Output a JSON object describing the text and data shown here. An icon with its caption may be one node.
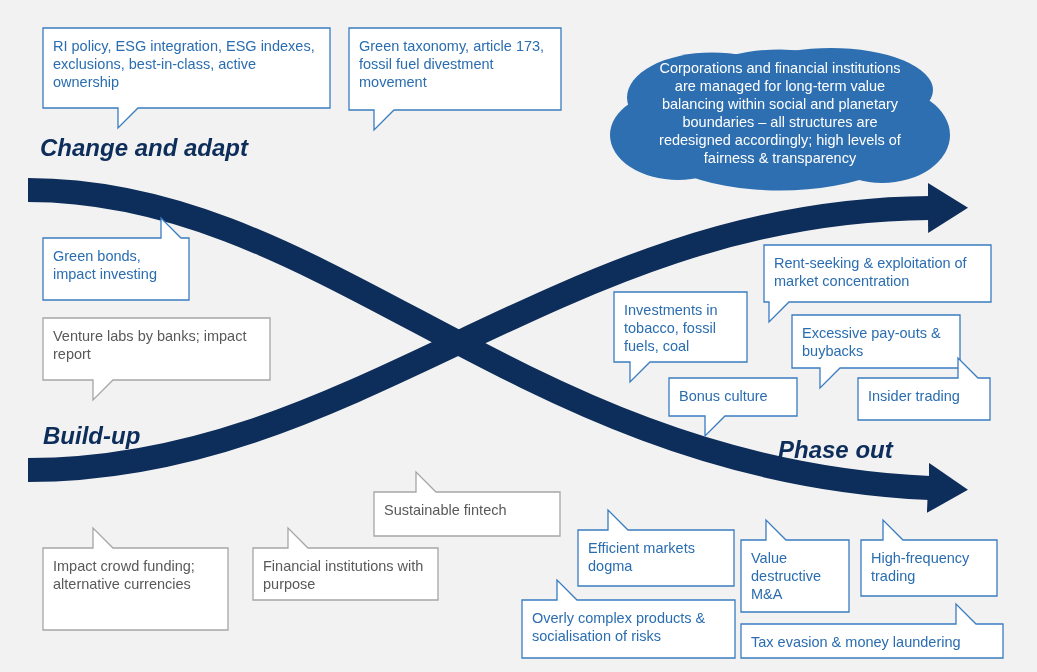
{
  "diagram": {
    "nodes": [
      {
        "text": [
          "RI policy, ESG integration, ESG indexes, exclusions, best-in-class, active ownership"
        ]
      },
      {
        "text": [
          "Green taxonomy, article 173, fossil fuel divestment movement"
        ]
      },
      {
        "text": [
          "Corporations and financial institutions are managed for long-term value balancing within social and planetary boundaries – all structures are redesigned accordingly; high levels of fairness & transparency"
        ]
      },
      {
        "text": [
          "Green bonds, impact investing"
        ]
      },
      {
        "text": [
          "Venture labs by banks; impact report"
        ]
      },
      {
        "text": [
          "Impact crowd funding; alternative currencies"
        ]
      },
      {
        "text": [
          "Financial institutions with purpose"
        ]
      },
      {
        "text": [
          "Sustainable fintech"
        ]
      },
      {
        "text": [
          "Rent-seeking & exploitation of market concentration"
        ]
      },
      {
        "text": [
          "Investments in tobacco, fossil fuels, coal"
        ]
      },
      {
        "text": [
          "Excessive pay-outs & buybacks"
        ]
      },
      {
        "text": [
          "Bonus culture"
        ]
      },
      {
        "text": [
          "Insider trading"
        ]
      },
      {
        "text": [
          "Efficient markets dogma"
        ]
      },
      {
        "text": [
          "Value destructive M&A"
        ]
      },
      {
        "text": [
          "High-frequency trading"
        ]
      },
      {
        "text": [
          "Overly complex products & socialisation of risks"
        ]
      },
      {
        "text": [
          "Tax evasion & money laundering"
        ]
      }
    ],
    "labels": [
      "Change and adapt",
      "Build-up",
      "Phase out"
    ]
  }
}
